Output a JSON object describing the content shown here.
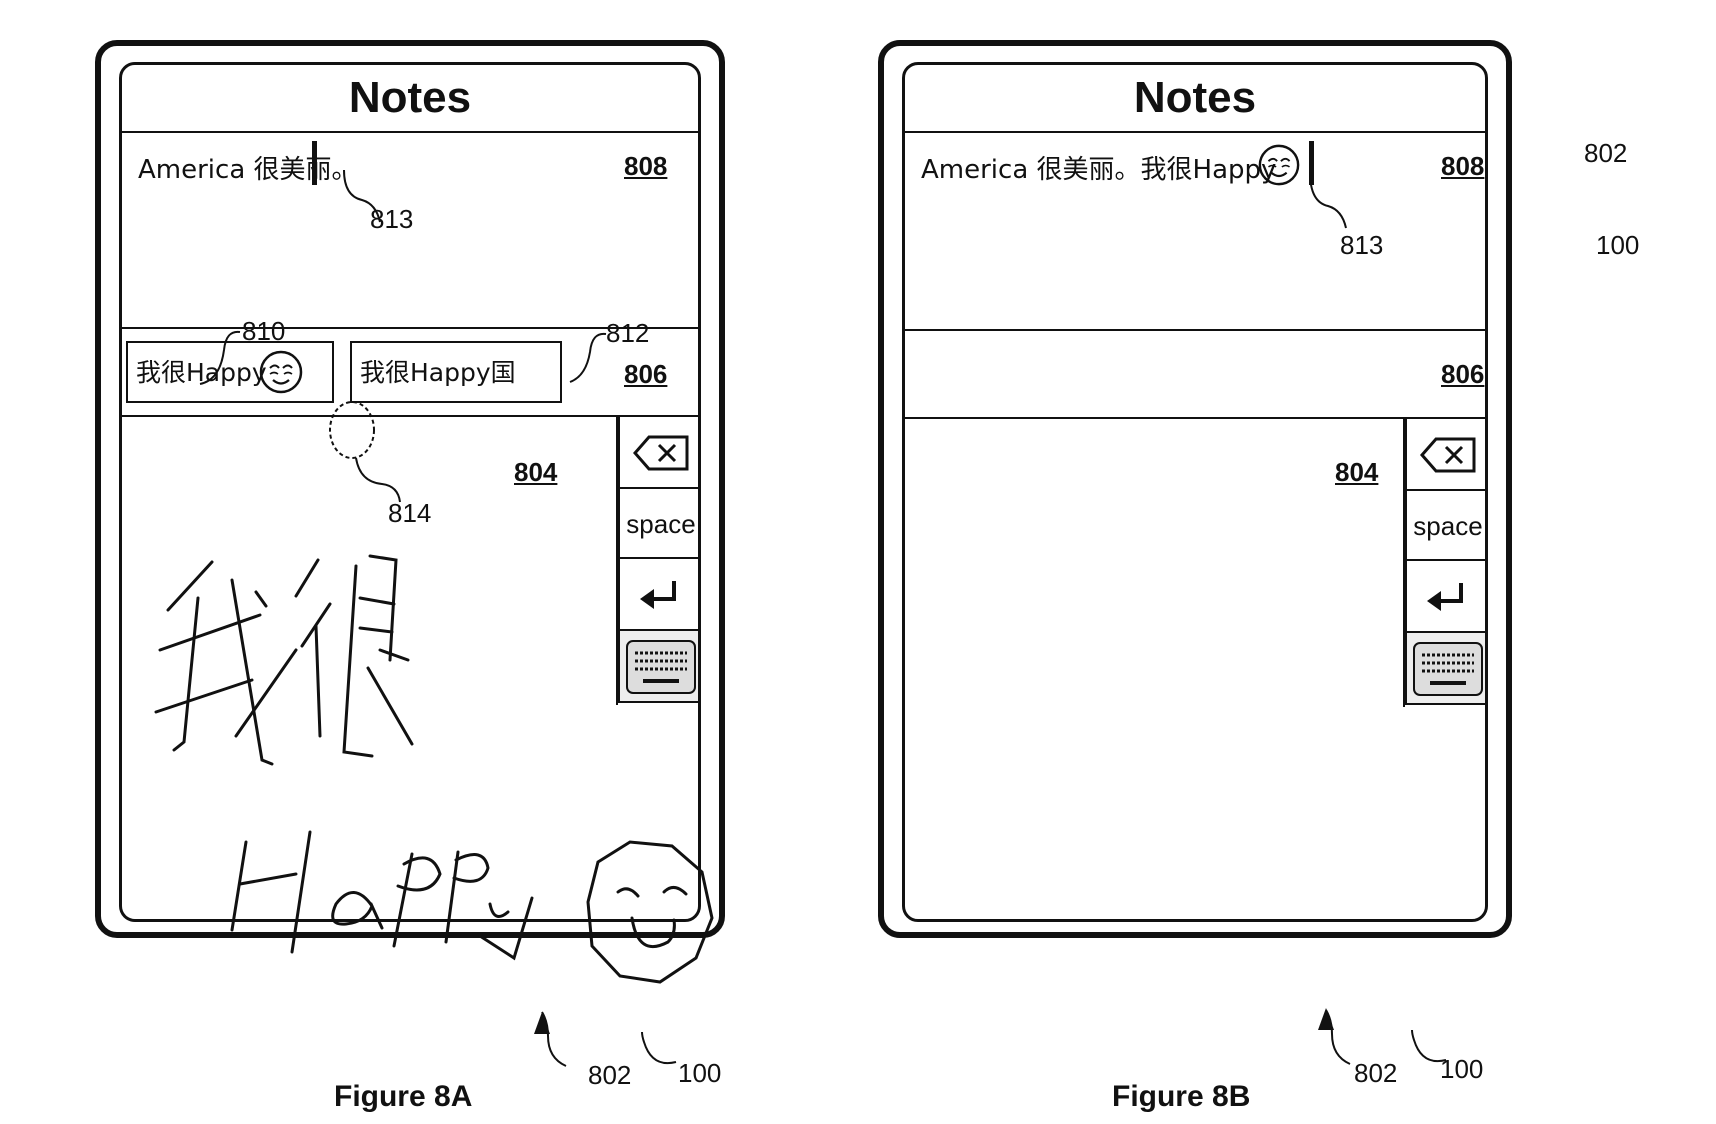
{
  "figures": [
    {
      "caption": "Figure 8A",
      "app_title": "Notes",
      "note_text": "America 很美丽。",
      "ref_text_area": "808",
      "ref_candidates": "806",
      "ref_handwriting": "804",
      "candidates": [
        {
          "text": "我很Happy",
          "has_emoji": true
        },
        {
          "text": "我很Happy国",
          "has_emoji": false
        }
      ],
      "labels": {
        "cursor": "813",
        "candidate_1": "810",
        "candidate_2": "812",
        "emoji_highlight": "814",
        "screen": "802",
        "device": "100"
      },
      "keys": {
        "delete": "delete-key",
        "space": "space",
        "return": "return-key",
        "keyboard": "keyboard-key"
      }
    },
    {
      "caption": "Figure 8B",
      "app_title": "Notes",
      "note_text": "America 很美丽。我很Happy",
      "ref_text_area": "808",
      "ref_candidates": "806",
      "ref_handwriting": "804",
      "labels": {
        "cursor": "813",
        "screen_top": "802",
        "device_top": "100",
        "screen": "802",
        "device": "100"
      },
      "keys": {
        "delete": "delete-key",
        "space": "space",
        "return": "return-key",
        "keyboard": "keyboard-key"
      }
    }
  ]
}
